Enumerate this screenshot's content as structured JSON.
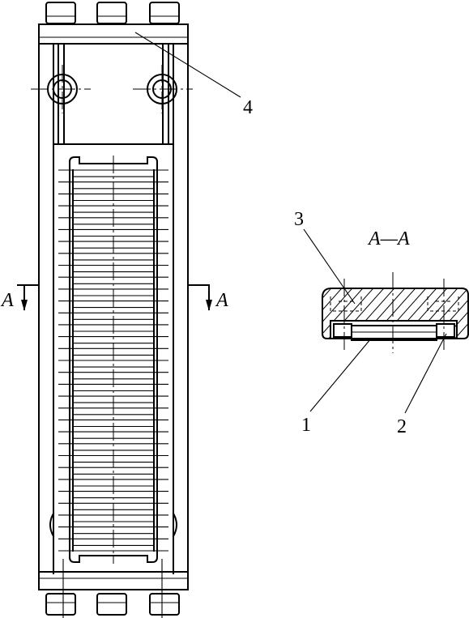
{
  "labels": {
    "part_1": "1",
    "part_2": "2",
    "part_3": "3",
    "part_4": "4",
    "section_mark_left": "A",
    "section_mark_right": "A",
    "section_title": "A—A"
  }
}
